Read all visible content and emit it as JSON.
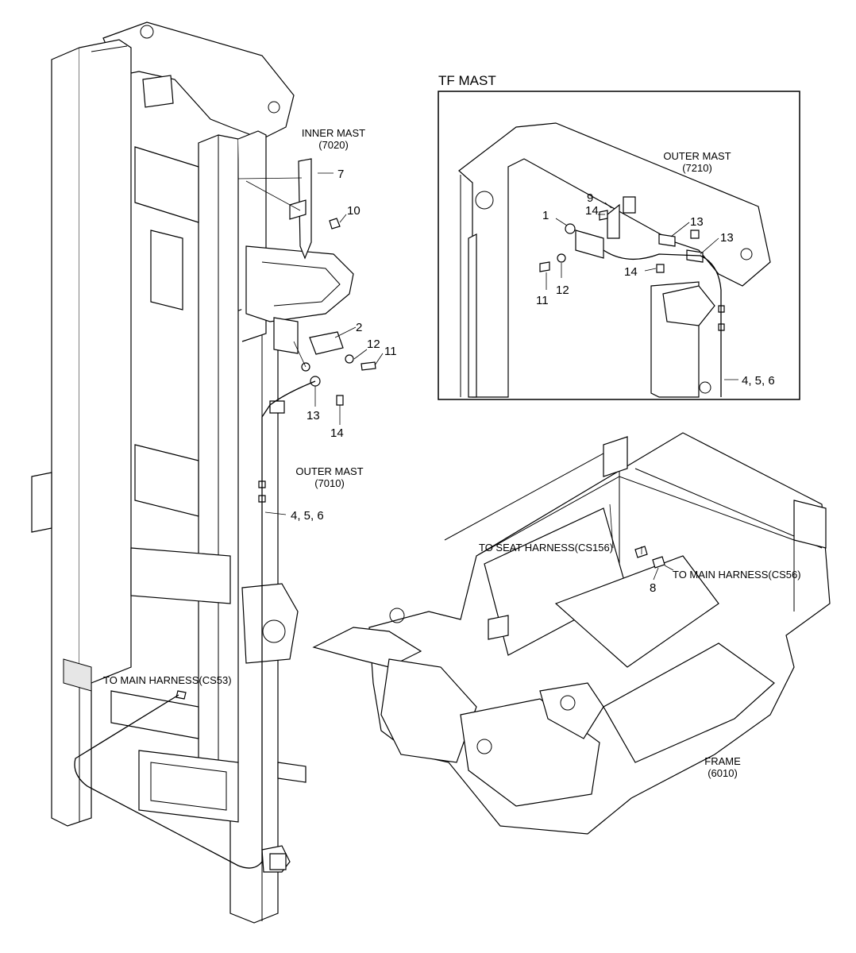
{
  "inset": {
    "title": "TF MAST"
  },
  "labels": {
    "inner_mast": {
      "line1": "INNER MAST",
      "line2": "(7020)"
    },
    "outer_mast_left": {
      "line1": "OUTER MAST",
      "line2": "(7010)"
    },
    "outer_mast_inset": {
      "line1": "OUTER MAST",
      "line2": "(7210)"
    },
    "frame": {
      "line1": "FRAME",
      "line2": "(6010)"
    },
    "to_main_harness_cs53": "TO MAIN HARNESS(CS53)",
    "to_seat_harness_cs156": "TO SEAT HARNESS(CS156)",
    "to_main_harness_cs56": "TO MAIN HARNESS(CS56)"
  },
  "callouts": {
    "main": [
      "7",
      "10",
      "2",
      "12",
      "11",
      "13",
      "14",
      "4, 5, 6"
    ],
    "inset": [
      "9",
      "1",
      "14",
      "13",
      "13",
      "11",
      "12",
      "14",
      "4, 5, 6"
    ],
    "frame": [
      "8"
    ]
  }
}
